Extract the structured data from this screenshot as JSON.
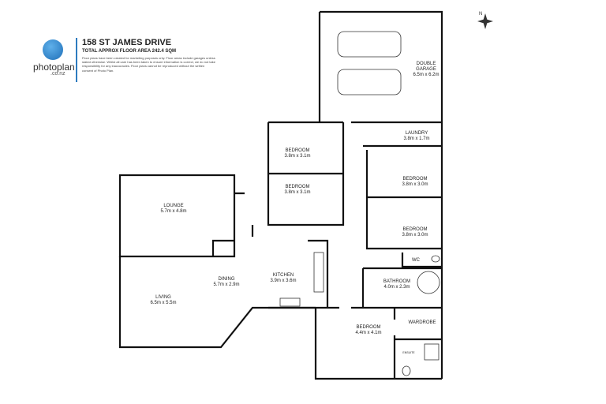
{
  "header": {
    "brand": "photoplan",
    "brand_sub": ".co.nz",
    "title": "158 ST JAMES DRIVE",
    "subtitle": "TOTAL APPROX FLOOR AREA 242.4 SQM",
    "disclaimer": "Floor plans have been created for marketing purposes only. Floor areas include garages unless stated otherwise. Whilst all care has been taken to ensure information is correct, we do not take responsibility for any inaccuracies. Floor plans cannot be reproduced without the written consent of Photo Plan."
  },
  "compass": {
    "label": "N",
    "icon": "compass-rose-icon"
  },
  "rooms": {
    "garage": {
      "name": "DOUBLE",
      "name2": "GARAGE",
      "dims": "6.5m x 6.2m"
    },
    "laundry": {
      "name": "LAUNDRY",
      "dims": "3.8m x 1.7m"
    },
    "bedroom1": {
      "name": "BEDROOM",
      "dims": "3.8m x 3.1m"
    },
    "bedroom2": {
      "name": "BEDROOM",
      "dims": "3.8m x 3.1m"
    },
    "bedroom3": {
      "name": "BEDROOM",
      "dims": "3.8m x 3.0m"
    },
    "bedroom4": {
      "name": "BEDROOM",
      "dims": "3.8m x 3.0m"
    },
    "wc": {
      "name": "WC"
    },
    "bathroom": {
      "name": "BATHROOM",
      "dims": "4.0m x 2.3m"
    },
    "lounge": {
      "name": "LOUNGE",
      "dims": "5.7m x 4.8m"
    },
    "kitchen": {
      "name": "KITCHEN",
      "dims": "3.9m x 3.6m"
    },
    "dining": {
      "name": "DINING",
      "dims": "5.7m x 2.9m"
    },
    "living": {
      "name": "LIVING",
      "dims": "6.5m x 5.5m"
    },
    "master": {
      "name": "BEDROOM",
      "dims": "4.4m x 4.1m"
    },
    "wardrobe": {
      "name": "WARDROBE"
    },
    "ensuite": {
      "name": "ENSUITE"
    }
  }
}
